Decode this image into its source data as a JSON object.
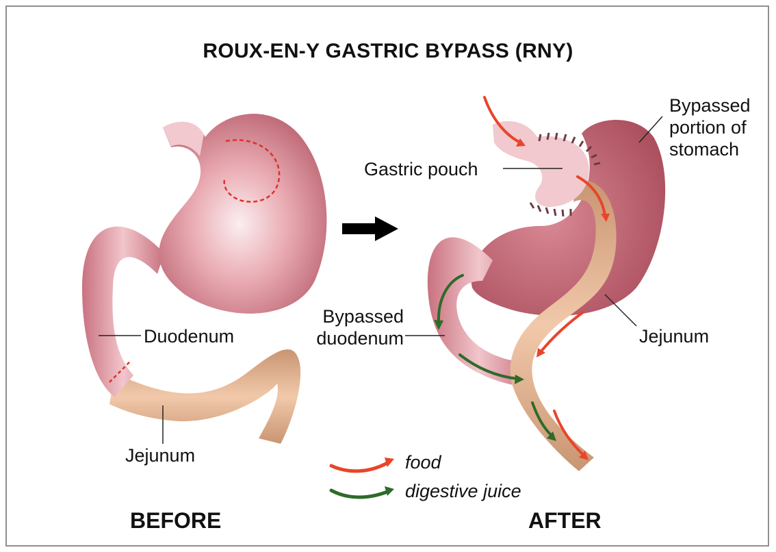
{
  "title": "ROUX-EN-Y GASTRIC BYPASS (RNY)",
  "before": {
    "heading": "BEFORE",
    "labels": {
      "duodenum": "Duodenum",
      "jejunum": "Jejunum"
    }
  },
  "after": {
    "heading": "AFTER",
    "labels": {
      "bypassed_stomach_1": "Bypassed",
      "bypassed_stomach_2": "portion of",
      "bypassed_stomach_3": "stomach",
      "gastric_pouch": "Gastric pouch",
      "bypassed_duodenum_1": "Bypassed",
      "bypassed_duodenum_2": "duodenum",
      "jejunum": "Jejunum"
    }
  },
  "legend": {
    "food": "food",
    "digestive_juice": "digestive juice"
  },
  "colors": {
    "stomach": "#c8737e",
    "stomach_light": "#f4d6da",
    "jejunum": "#dcb293",
    "food_arrow": "#e8452a",
    "juice_arrow": "#2f6a2a",
    "staple": "#6b3a45",
    "cut_line": "#e0302a",
    "transition_arrow": "#000000"
  },
  "icons": {
    "transition": "arrow-right-icon",
    "food": "red-curved-arrow-icon",
    "juice": "green-curved-arrow-icon"
  }
}
